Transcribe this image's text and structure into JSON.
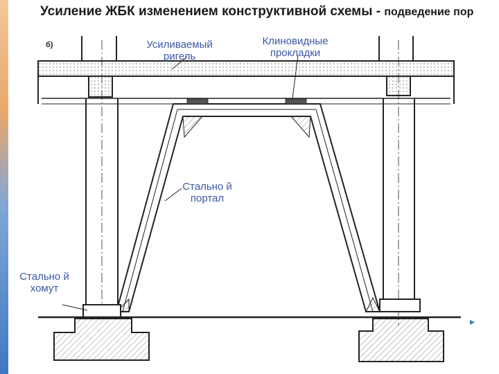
{
  "slide": {
    "title_main": "Усиление ЖБК изменением конструктивной схемы - ",
    "title_sub": "подведение пор"
  },
  "diagram": {
    "fig_label": "б)",
    "labels": {
      "beam": "Усиливаемый ригель",
      "wedges": "Клиновидные прокладки",
      "portal": "Стально й портал",
      "clamp": "Стально й хомут"
    }
  },
  "colors": {
    "label": "#3b57a6",
    "line": "#222222",
    "accent_top": "#e9a86a",
    "accent_bottom": "#3f79c4"
  },
  "nav": {
    "next_icon": "play-arrow-icon",
    "next_glyph": "▸"
  }
}
